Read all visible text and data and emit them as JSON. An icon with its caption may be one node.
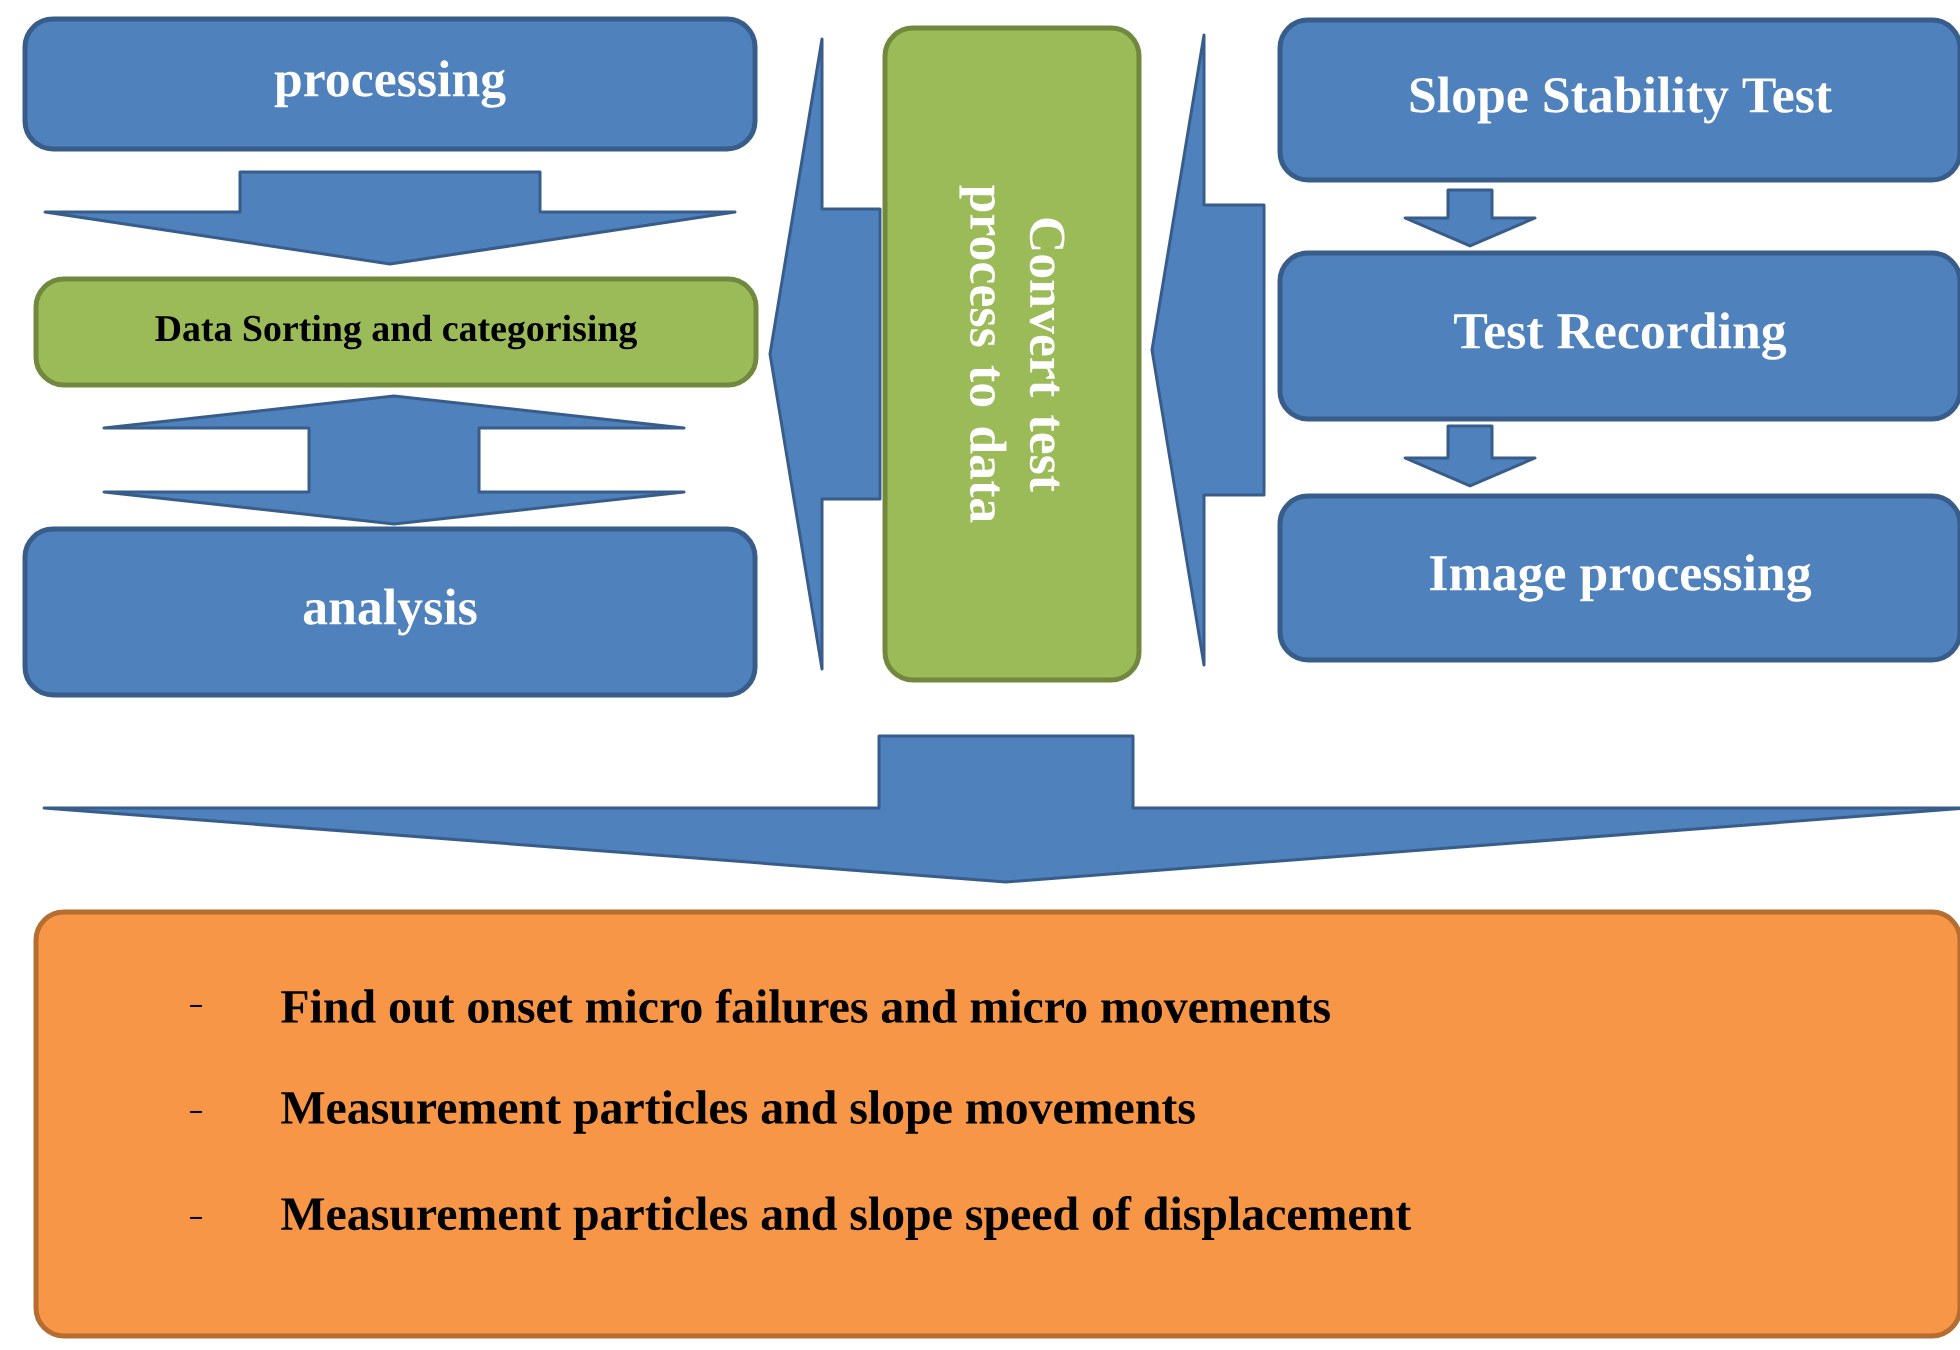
{
  "diagram": {
    "nodes": [
      {
        "text": [
          "processing"
        ]
      },
      {
        "text": [
          "Data Sorting and categorising"
        ]
      },
      {
        "text": [
          "analysis"
        ]
      },
      {
        "text": [
          "Convert test process to data"
        ]
      },
      {
        "text": [
          "Slope Stability Test"
        ]
      },
      {
        "text": [
          "Test Recording"
        ]
      },
      {
        "text": [
          "Image processing"
        ]
      },
      {
        "text": [
          "Find out onset micro failures and micro movements",
          "Measurement particles and slope movements",
          "Measurement  particles and slope speed of displacement"
        ]
      }
    ],
    "edges": [
      {
        "from": 0,
        "to": 1,
        "arrow": "to"
      },
      {
        "from": 1,
        "to": 2,
        "arrow": "both"
      },
      {
        "from": 3,
        "to": 1,
        "arrow": "to"
      },
      {
        "from": 5,
        "to": 3,
        "arrow": "to"
      },
      {
        "from": 4,
        "to": 5,
        "arrow": "to"
      },
      {
        "from": 5,
        "to": 6,
        "arrow": "to"
      },
      {
        "from": 3,
        "to": 7,
        "arrow": "to"
      }
    ]
  }
}
